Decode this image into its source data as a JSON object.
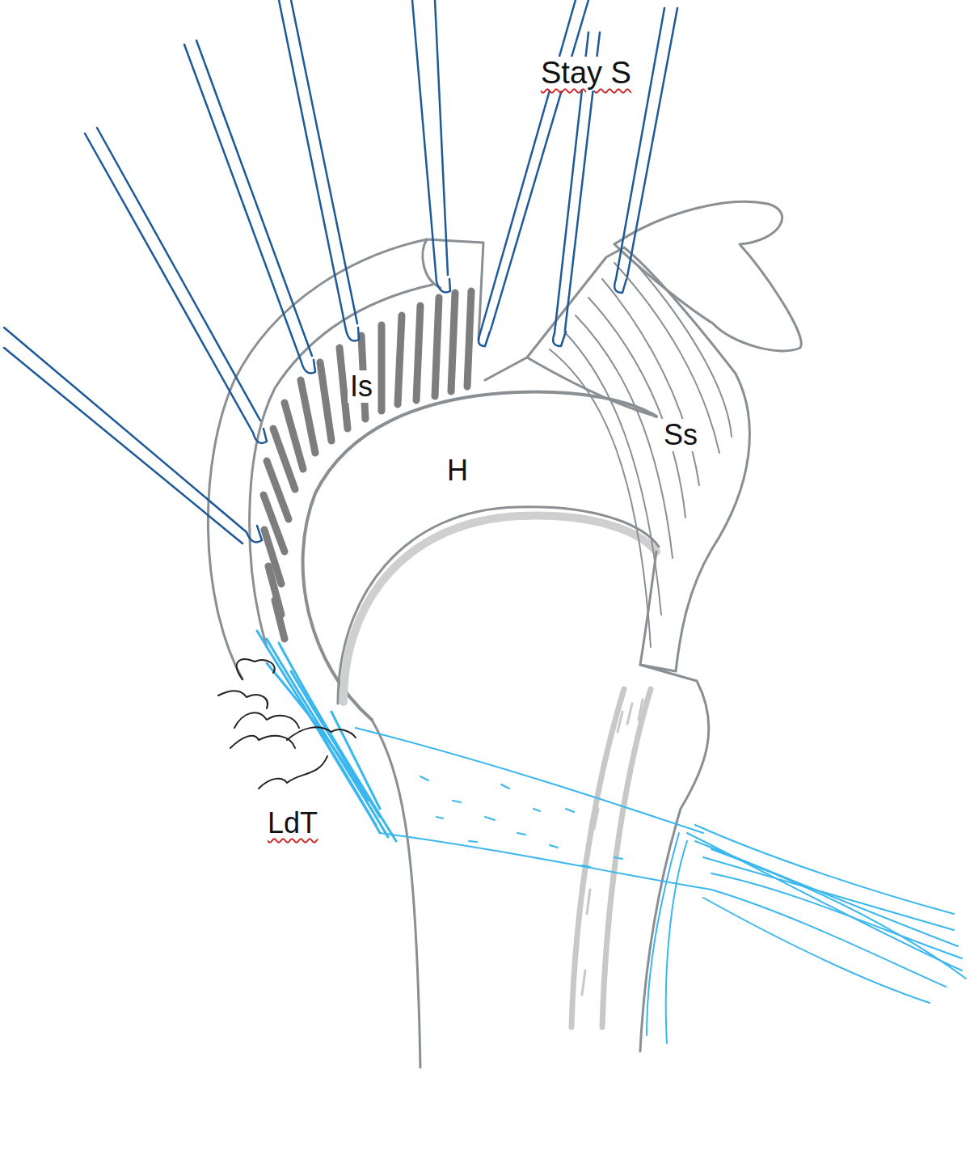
{
  "diagram": {
    "labels": [
      "Stay S",
      "Is",
      "H",
      "Ss",
      "LdT"
    ]
  }
}
